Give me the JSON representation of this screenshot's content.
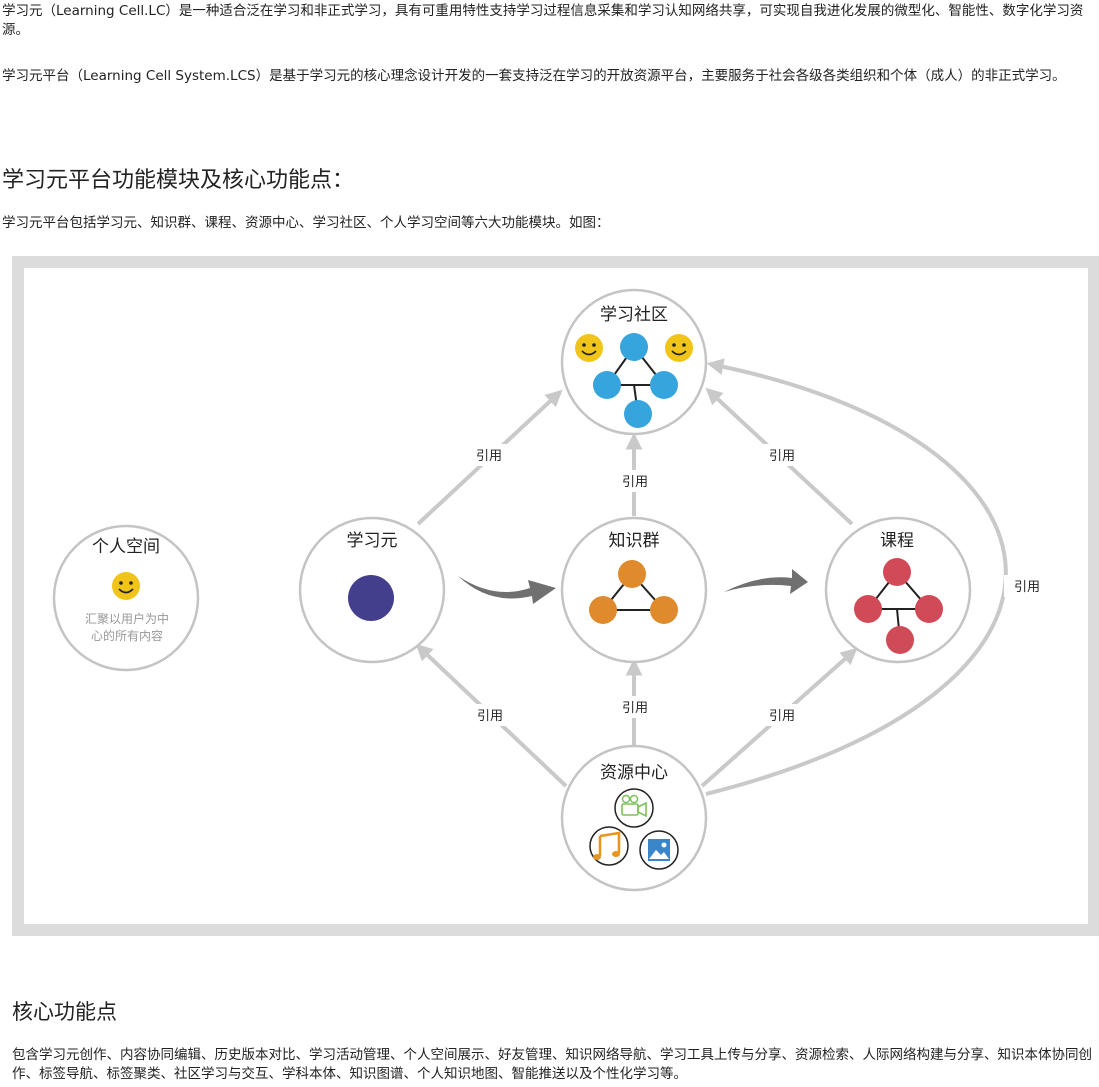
{
  "intro": {
    "para1": "学习元（Learning Cell.LC）是一种适合泛在学习和非正式学习，具有可重用特性支持学习过程信息采集和学习认知网络共享，可实现自我进化发展的微型化、智能性、数字化学习资源。",
    "para2": "学习元平台（Learning Cell System.LCS）是基于学习元的核心理念设计开发的一套支持泛在学习的开放资源平台，主要服务于社会各级各类组织和个体（成人）的非正式学习。"
  },
  "section1": {
    "heading": "学习元平台功能模块及核心功能点：",
    "desc": "学习元平台包括学习元、知识群、课程、资源中心、学习社区、个人学习空间等六大功能模块。如图："
  },
  "diagram": {
    "nodes": {
      "community": "学习社区",
      "personal": "个人空间",
      "personal_desc_1": "汇聚以用户为中",
      "personal_desc_2": "心的所有内容",
      "cell": "学习元",
      "group": "知识群",
      "course": "课程",
      "resource": "资源中心"
    },
    "edge_label": "引用",
    "colors": {
      "cell": "#433f8c",
      "group": "#e08a2e",
      "course": "#d04a57",
      "community": "#36a4dd",
      "smiley": "#f0c419",
      "video": "#7cc25a",
      "music": "#e8951f",
      "image": "#3a86c8",
      "arrow": "#c9c9c9",
      "flow_arrow": "#707070"
    },
    "icons": [
      "smiley-icon",
      "video-camera-icon",
      "music-note-icon",
      "image-icon"
    ]
  },
  "section2": {
    "heading": "核心功能点",
    "desc": "包含学习元创作、内容协同编辑、历史版本对比、学习活动管理、个人空间展示、好友管理、知识网络导航、学习工具上传与分享、资源检索、人际网络构建与分享、知识本体协同创作、标签导航、标签聚类、社区学习与交互、学科本体、知识图谱、个人知识地图、智能推送以及个性化学习等。"
  }
}
